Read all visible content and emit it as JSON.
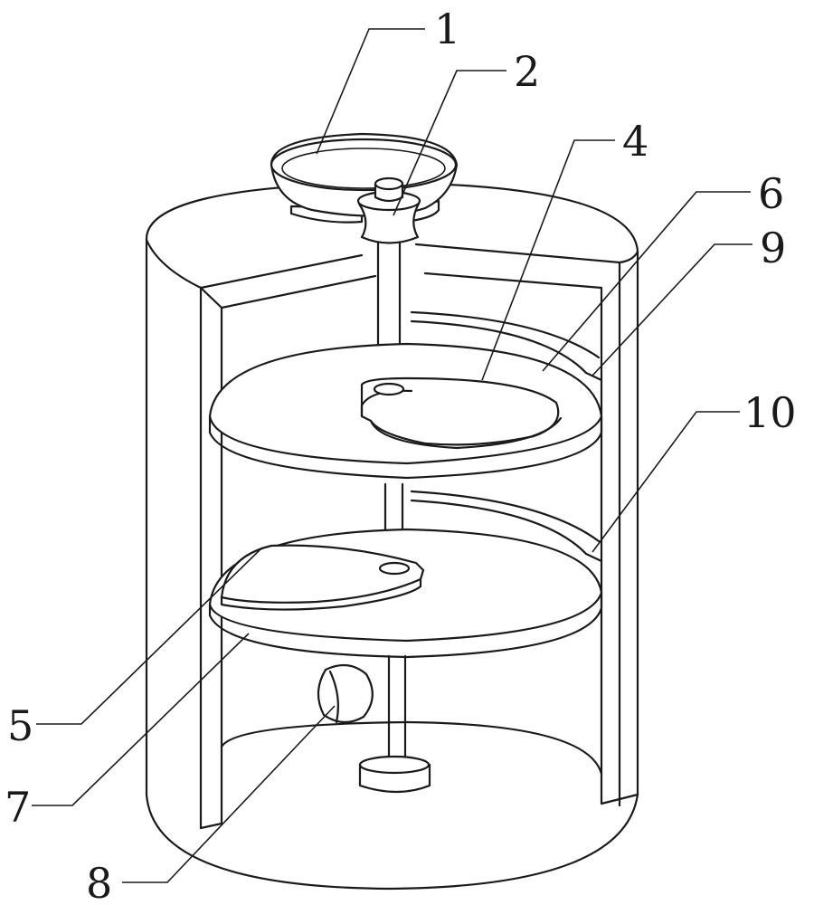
{
  "labels": {
    "l1": "1",
    "l2": "2",
    "l4": "4",
    "l5": "5",
    "l6": "6",
    "l7": "7",
    "l8": "8",
    "l9": "9",
    "l10": "10"
  }
}
